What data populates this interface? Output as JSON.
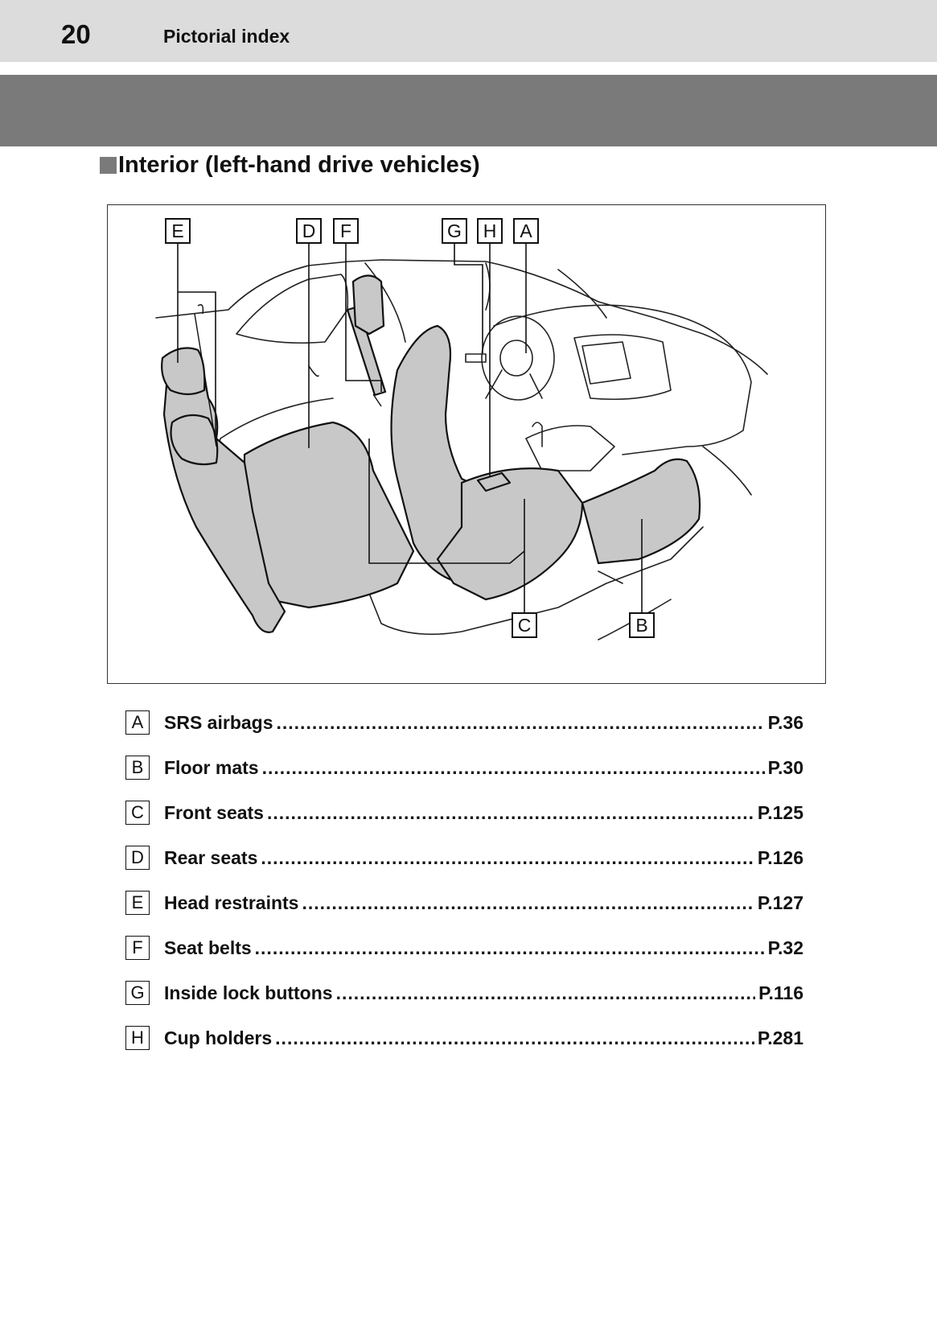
{
  "header": {
    "page_number": "20",
    "section_title": "Pictorial index"
  },
  "subsection": {
    "heading": "Interior (left-hand drive vehicles)"
  },
  "figure": {
    "callouts": {
      "E": "E",
      "D": "D",
      "F": "F",
      "G": "G",
      "H": "H",
      "A": "A",
      "C": "C",
      "B": "B"
    }
  },
  "legend": [
    {
      "key": "A",
      "label": "SRS airbags",
      "page": "P.36"
    },
    {
      "key": "B",
      "label": "Floor mats",
      "page": "P.30"
    },
    {
      "key": "C",
      "label": "Front seats",
      "page": "P.125"
    },
    {
      "key": "D",
      "label": "Rear seats",
      "page": "P.126"
    },
    {
      "key": "E",
      "label": "Head restraints",
      "page": "P.127"
    },
    {
      "key": "F",
      "label": "Seat belts",
      "page": "P.32"
    },
    {
      "key": "G",
      "label": "Inside lock buttons",
      "page": "P.116"
    },
    {
      "key": "H",
      "label": "Cup holders",
      "page": "P.281"
    }
  ],
  "colors": {
    "header_band": "#dcdcdc",
    "gray_band": "#7a7a7a",
    "highlight_fill": "#c8c8c8"
  }
}
